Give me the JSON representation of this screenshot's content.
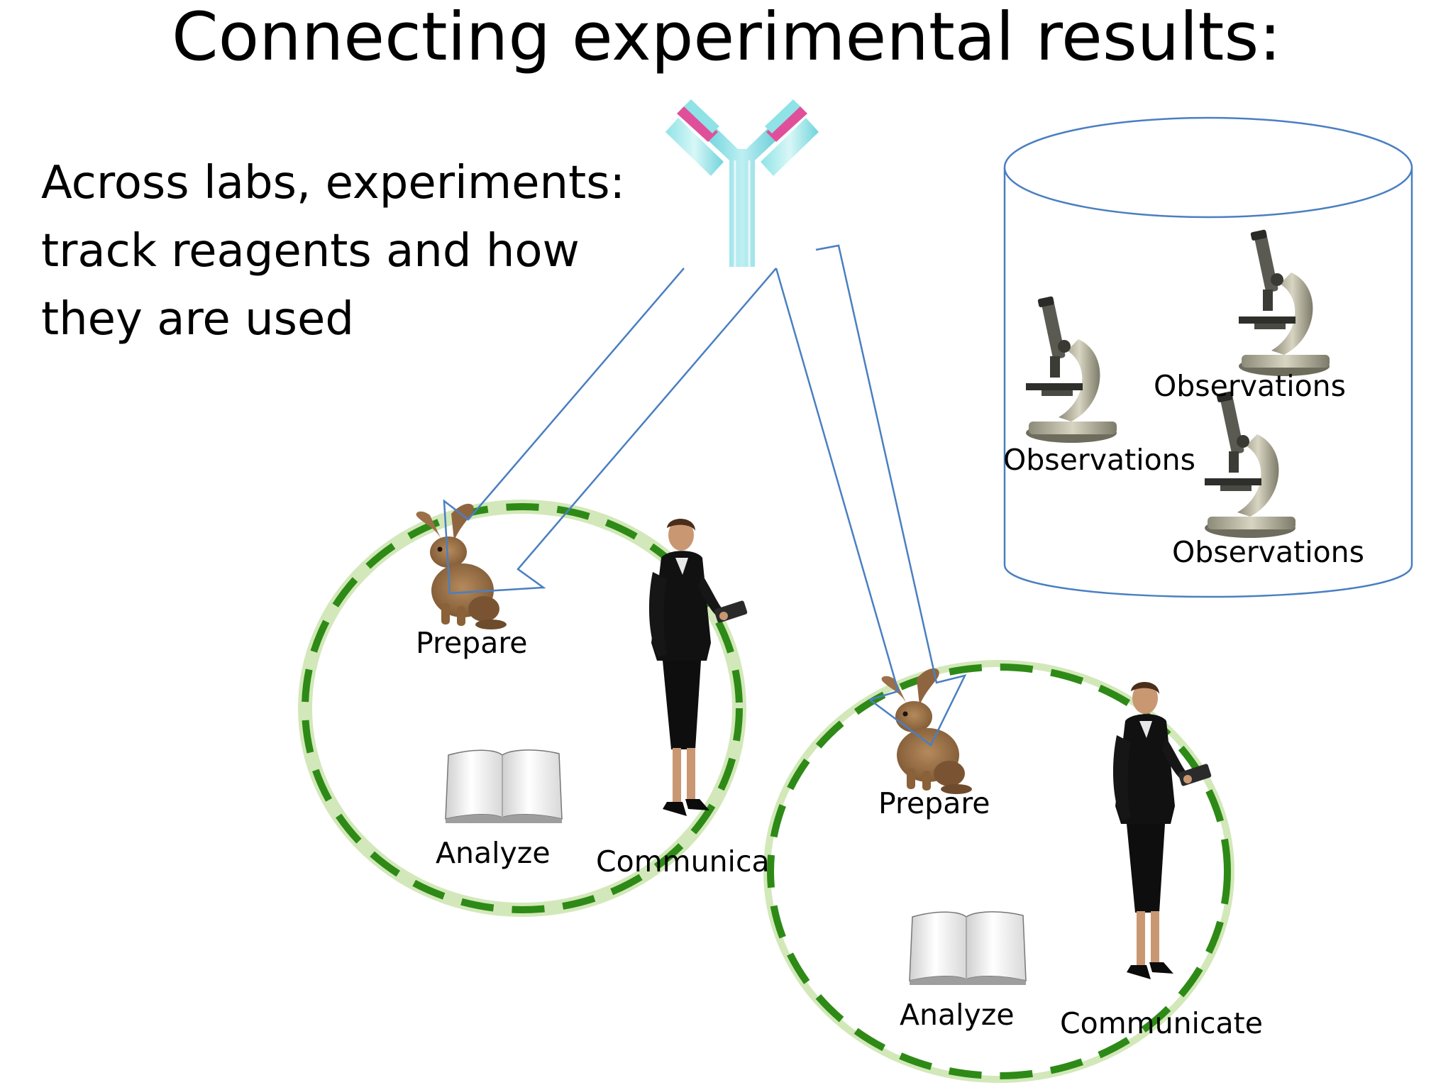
{
  "title": "Connecting experimental results:",
  "subtitle_lines": [
    "Across labs, experiments:",
    "track reagents and how",
    "they are used"
  ],
  "database": {
    "observations": [
      "Observations",
      "Observations",
      "Observations"
    ]
  },
  "labs": [
    {
      "prepare": "Prepare",
      "analyze": "Analyze",
      "communicate": "Communica"
    },
    {
      "prepare": "Prepare",
      "analyze": "Analyze",
      "communicate": "Communicate"
    }
  ],
  "colors": {
    "lab_circle_dash": "#2e8a16",
    "lab_circle_glow": "#b5d98c",
    "arrow_outline": "#4a7fc1",
    "database_outline": "#4a7fc1",
    "antibody_light": "#8fe3e6",
    "antibody_mid": "#3cc3d2",
    "antibody_pink": "#e0509a"
  },
  "icons": [
    "antibody-icon",
    "rabbit-icon",
    "scientist-icon",
    "notebook-icon",
    "microscope-icon",
    "database-cylinder"
  ]
}
